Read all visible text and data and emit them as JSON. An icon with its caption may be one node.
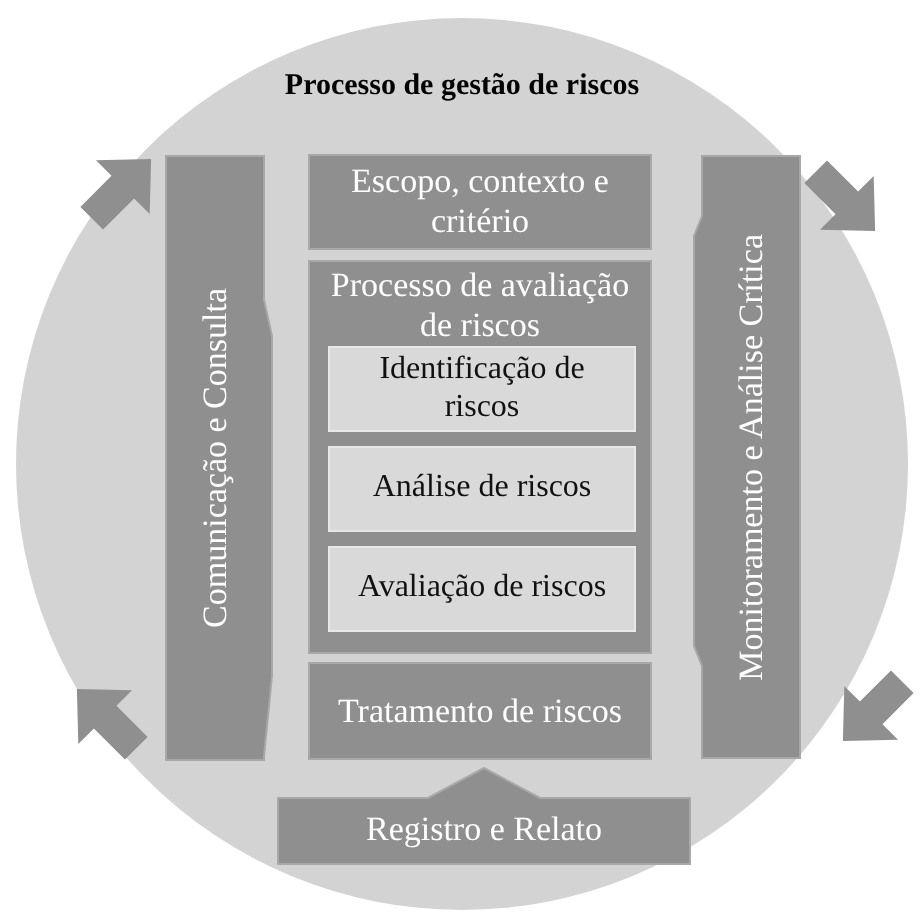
{
  "diagram": {
    "title": "Processo de gestão de riscos",
    "nodes": [
      {
        "text": [],
        "shape": "circle"
      },
      {
        "text": [
          "Comunicação e Consulta"
        ],
        "in": 0
      },
      {
        "text": [
          "Escopo, contexto e critério"
        ],
        "in": 0
      },
      {
        "text": [
          "Processo de avaliação de riscos"
        ],
        "in": 0
      },
      {
        "text": [
          "Identificação de riscos"
        ],
        "in": 3
      },
      {
        "text": [
          "Análise de riscos"
        ],
        "in": 3
      },
      {
        "text": [
          "Avaliação de riscos"
        ],
        "in": 3
      },
      {
        "text": [
          "Tratamento de riscos"
        ],
        "in": 0
      },
      {
        "text": [
          "Monitoramento e Análise Crítica"
        ],
        "in": 0
      },
      {
        "text": [
          "Registro e Relato"
        ],
        "in": 0
      }
    ]
  }
}
